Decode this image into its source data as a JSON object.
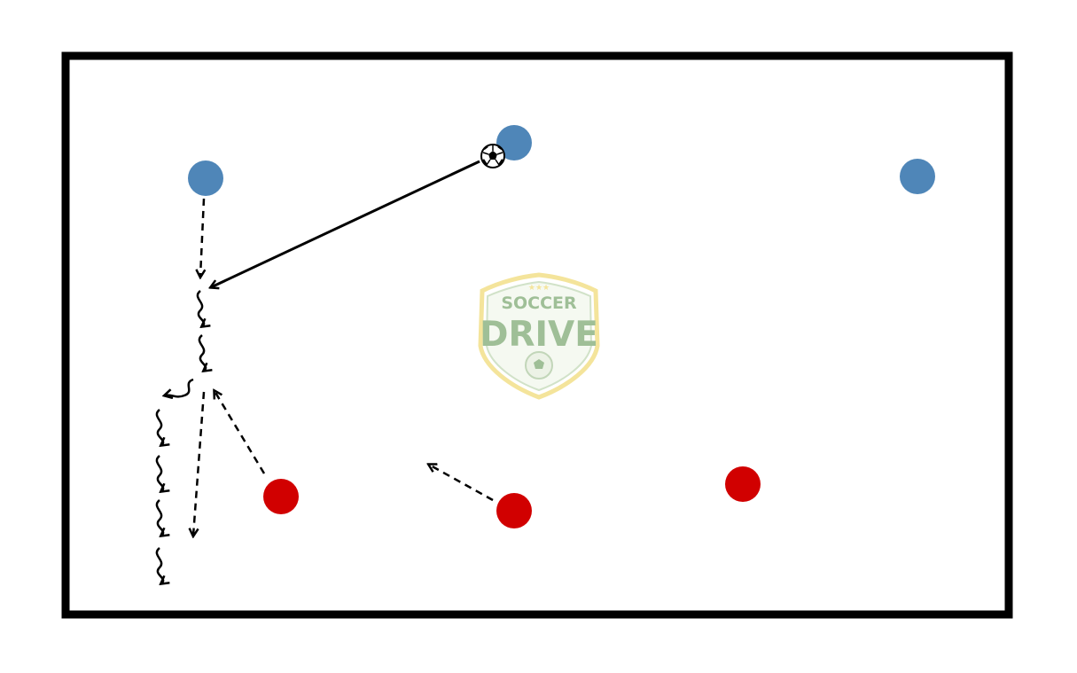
{
  "colors": {
    "background": "#ffffff",
    "pitch_border": "#000000",
    "team_attack": "#4f86b8",
    "team_defend": "#d10000",
    "arrow": "#000000",
    "logo_gold": "#f3e08a",
    "logo_green": "#8fb585",
    "logo_light": "#e9f0e2"
  },
  "players": {
    "blue": [
      "player-blue-left",
      "player-blue-center",
      "player-blue-right"
    ],
    "red": [
      "player-red-left",
      "player-red-center",
      "player-red-right"
    ]
  },
  "ball": {
    "icon": "soccer-ball-icon"
  },
  "arrows": {
    "pass": "solid-line-arrow",
    "run": "dashed-line-arrow",
    "dribble": "wavy-line-arrow"
  },
  "watermark": {
    "top_text": "SOCCER",
    "main_text": "DRIVE",
    "stars": "★★★"
  }
}
